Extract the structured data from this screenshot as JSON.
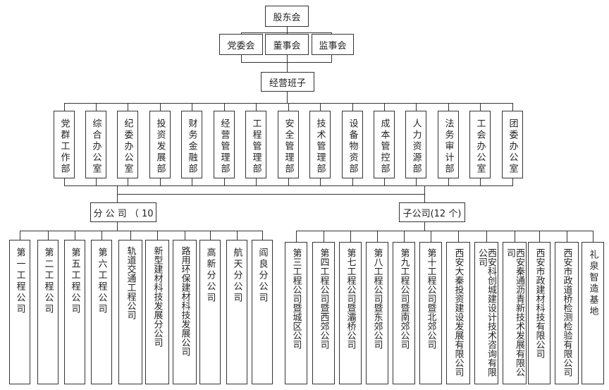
{
  "top": {
    "shareholders": "股东会",
    "committees": [
      "党委会",
      "董事会",
      "监事会"
    ],
    "management": "经营班子"
  },
  "departments": [
    "党群工作部",
    "综合办公室",
    "纪委办公室",
    "投资发展部",
    "财务金融部",
    "经营管理部",
    "工程管理部",
    "安全管理部",
    "技术管理部",
    "设备物资部",
    "成本管控部",
    "人力资源部",
    "法务审计部",
    "工会办公室",
    "团委办公室"
  ],
  "branch": {
    "title": "分 公 司 （ 10",
    "items": [
      "第一工程公司",
      "第二工程公司",
      "第五工程公司",
      "第六工程公司",
      "轨道交通工程公司",
      "新型建材科技发展分公司",
      "路用环保建材科技发展公司",
      "高新分公司",
      "航天分公司",
      "阎良分公司"
    ]
  },
  "subsidiary": {
    "title": "子公司(12 个)",
    "items": [
      "第三工程公司暨城区公司",
      "第四工程公司暨西郊公司",
      "第七工程公司暨灞桥公司",
      "第八工程公司暨东郊公司",
      "第九工程公司暨南郊公司",
      "第十工程公司暨北郊公司",
      "西安大秦投资建设发展有限公司",
      "西安科创城建设计技术咨询有限公司",
      "西安秦通沥青新技术发展有限公司",
      "西安市政建材科技有限公司",
      "西安市政道桥检测检验有限公司",
      "礼泉智造基地"
    ]
  }
}
